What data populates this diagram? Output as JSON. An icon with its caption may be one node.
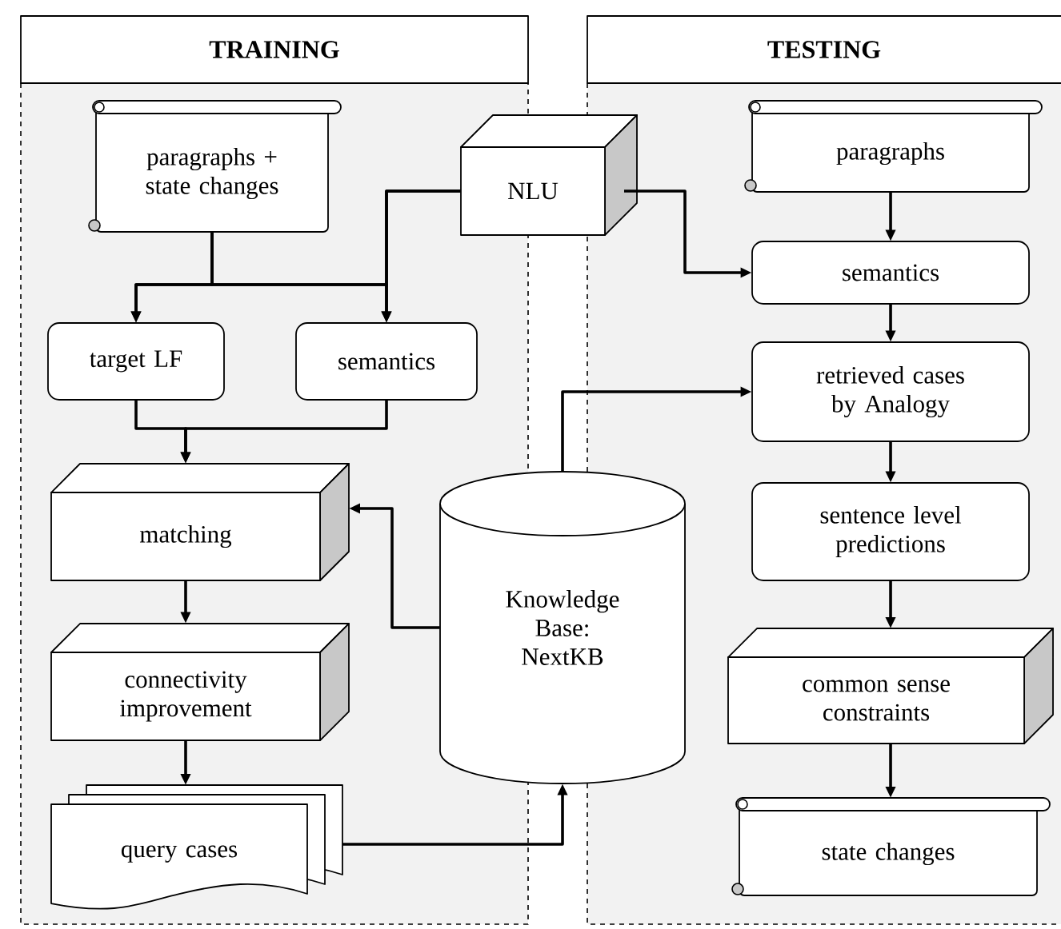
{
  "diagram": {
    "nodes": [
      {
        "text": [
          "TRAINING"
        ]
      },
      {
        "text": [
          "TESTING"
        ]
      },
      {
        "text": [
          "paragraphs + state changes"
        ],
        "in": 0
      },
      {
        "text": [
          "target LF"
        ],
        "in": 0
      },
      {
        "text": [
          "semantics"
        ],
        "in": 0
      },
      {
        "text": [
          "NLU"
        ]
      },
      {
        "text": [
          "matching"
        ],
        "in": 0
      },
      {
        "text": [
          "connectivity improvement"
        ],
        "in": 0
      },
      {
        "text": [
          "query cases"
        ],
        "in": 0
      },
      {
        "text": [
          "Knowledge Base: NextKB"
        ]
      },
      {
        "text": [
          "paragraphs"
        ],
        "in": 1
      },
      {
        "text": [
          "semantics"
        ],
        "in": 1
      },
      {
        "text": [
          "retrieved cases by Analogy"
        ],
        "in": 1
      },
      {
        "text": [
          "sentence level predictions"
        ],
        "in": 1
      },
      {
        "text": [
          "common sense constraints"
        ],
        "in": 1
      },
      {
        "text": [
          "state changes"
        ],
        "in": 1
      }
    ],
    "edges": [
      {
        "from": 2,
        "to": 3,
        "arrow": "to"
      },
      {
        "from": 2,
        "to": 4,
        "arrow": "to"
      },
      {
        "from": 5,
        "to": 3,
        "arrow": "to"
      },
      {
        "from": 5,
        "to": 4,
        "arrow": "to"
      },
      {
        "from": 3,
        "to": 6,
        "arrow": "to"
      },
      {
        "from": 4,
        "to": 6,
        "arrow": "to"
      },
      {
        "from": 9,
        "to": 6,
        "arrow": "to"
      },
      {
        "from": 6,
        "to": 7,
        "arrow": "to"
      },
      {
        "from": 7,
        "to": 8,
        "arrow": "to"
      },
      {
        "from": 8,
        "to": 9,
        "arrow": "to"
      },
      {
        "from": 5,
        "to": 11,
        "arrow": "to"
      },
      {
        "from": 10,
        "to": 11,
        "arrow": "to"
      },
      {
        "from": 11,
        "to": 12,
        "arrow": "to"
      },
      {
        "from": 9,
        "to": 12,
        "arrow": "to"
      },
      {
        "from": 12,
        "to": 13,
        "arrow": "to"
      },
      {
        "from": 13,
        "to": 14,
        "arrow": "to"
      },
      {
        "from": 14,
        "to": 15,
        "arrow": "to"
      }
    ]
  }
}
